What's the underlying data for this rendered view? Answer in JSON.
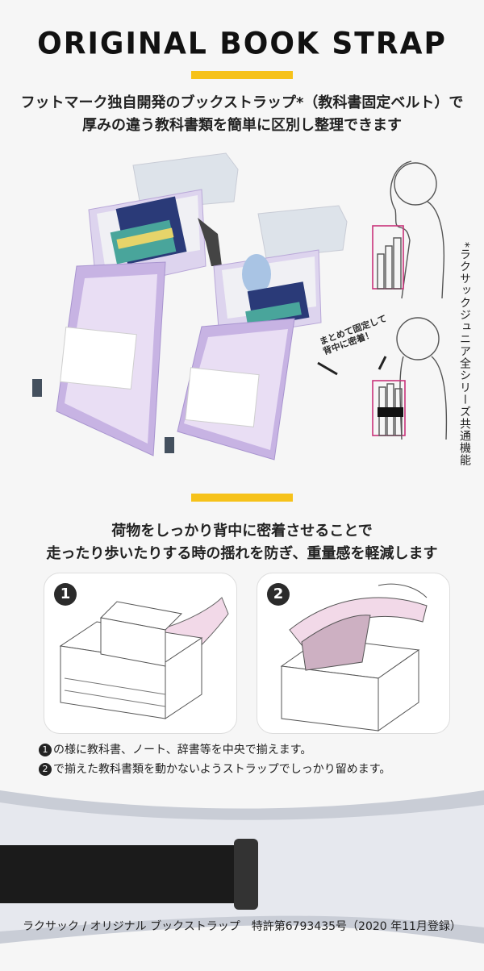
{
  "header": {
    "title": "ORIGINAL BOOK STRAP",
    "line1": "フットマーク独自開発のブックストラップ*（教科書固定ベルト）で",
    "line2": "厚みの違う教科書類を簡単に区別し整理できます"
  },
  "side_note": "*ラクサックジュニア全シリーズ共通機能",
  "diagram_callout": "まとめて固定して背中に密着！",
  "section2": {
    "line1": "荷物をしっかり背中に密着させることで",
    "line2": "走ったり歩いたりする時の揺れを防ぎ、重量感を軽減します"
  },
  "steps": [
    {
      "num": "1",
      "note_marker": "1",
      "note": "の様に教科書、ノート、辞書等を中央で揃えます。"
    },
    {
      "num": "2",
      "note_marker": "2",
      "note": "で揃えた教科書類を動かないようストラップでしっかり留めます。"
    }
  ],
  "caption": "ラクサック / オリジナル ブックストラップ　特許第6793435号（2020 年11月登録）",
  "colors": {
    "accent_yellow": "#f6c21a",
    "bag_lavender": "#c9b6e6",
    "bag_light": "#e4dbf3",
    "strap_pink": "#e8c8dc",
    "belt_black": "#1b1b1b"
  }
}
